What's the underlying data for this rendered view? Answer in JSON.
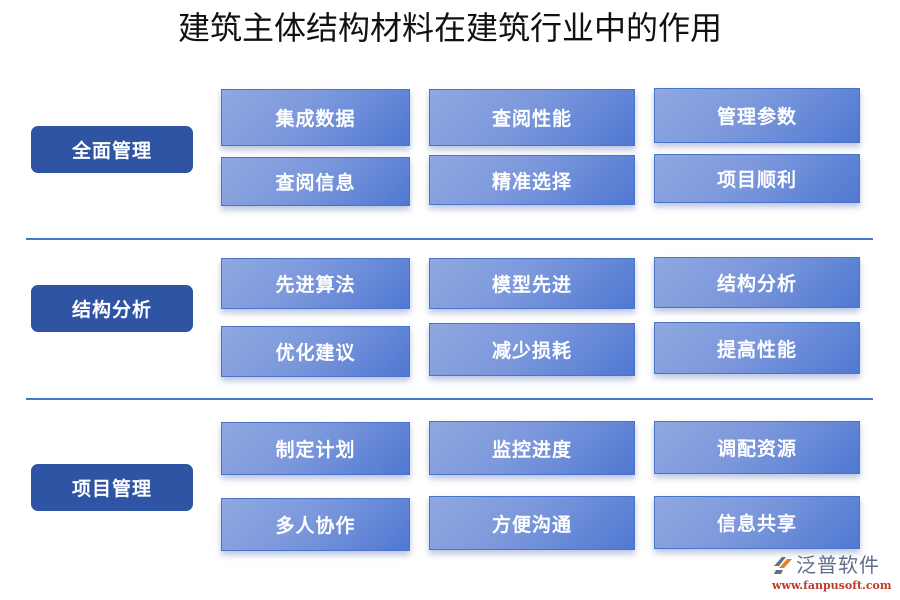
{
  "title": "建筑主体结构材料在建筑行业中的作用",
  "colors": {
    "category_bg": "#2f54a3",
    "item_gradient_start": "#8fa8e0",
    "item_gradient_end": "#4f78d2",
    "item_border": "#4a74cc",
    "separator": "#4a78c8"
  },
  "sections": [
    {
      "category": "全面管理",
      "items": [
        "集成数据",
        "查阅性能",
        "管理参数",
        "查阅信息",
        "精准选择",
        "项目顺利"
      ]
    },
    {
      "category": "结构分析",
      "items": [
        "先进算法",
        "模型先进",
        "结构分析",
        "优化建议",
        "减少损耗",
        "提高性能"
      ]
    },
    {
      "category": "项目管理",
      "items": [
        "制定计划",
        "监控进度",
        "调配资源",
        "多人协作",
        "方便沟通",
        "信息共享"
      ]
    }
  ],
  "logo": {
    "icon": "fanpu-logo-icon",
    "name": "泛普软件",
    "url": "www.fanpusoft.com"
  }
}
